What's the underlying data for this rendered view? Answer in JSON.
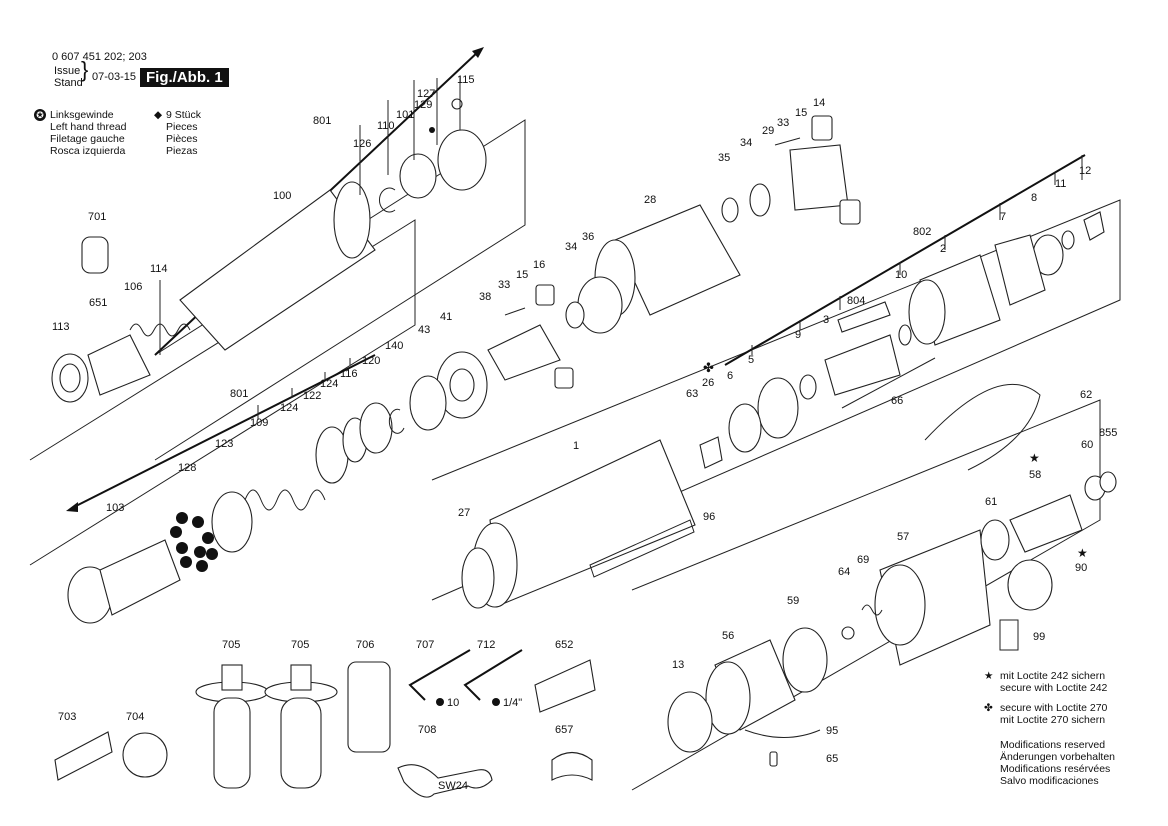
{
  "header": {
    "doc_number": "0 607 451 202; 203",
    "issue_label": "Issue",
    "stand_label": "Stand",
    "date": "07-03-15",
    "fig_label": "Fig./Abb. 1"
  },
  "legend": {
    "left": [
      "Linksgewinde",
      "Left hand thread",
      "Filetage gauche",
      "Rosca izquierda"
    ],
    "right": [
      "9 Stück",
      "Pieces",
      "Pièces",
      "Piezas"
    ]
  },
  "notes": {
    "loctite242": [
      "mit Loctite 242 sichern",
      "secure with Loctite 242"
    ],
    "loctite270": [
      "secure with Loctite 270",
      "mit Loctite 270 sichern"
    ],
    "modifications": [
      "Modifications reserved",
      "Änderungen vorbehalten",
      "Modifications resérvées",
      "Salvo modificaciones"
    ]
  },
  "callouts": {
    "c801a": "801",
    "c127": "127",
    "c115": "115",
    "c129": "129",
    "c101": "101",
    "c110": "110",
    "c126": "126",
    "c100": "100",
    "c701": "701",
    "c114": "114",
    "c106": "106",
    "c651": "651",
    "c113": "113",
    "c14": "14",
    "c15a": "15",
    "c33a": "33",
    "c29": "29",
    "c34a": "34",
    "c35": "35",
    "c28": "28",
    "c36": "36",
    "c34b": "34",
    "c16": "16",
    "c15b": "15",
    "c33b": "33",
    "c38": "38",
    "c41": "41",
    "c43": "43",
    "c801b": "801",
    "c120": "120",
    "c140": "140",
    "c116": "116",
    "c124a": "124",
    "c122": "122",
    "c124b": "124",
    "c109": "109",
    "c123": "123",
    "c128": "128",
    "c103": "103",
    "c802": "802",
    "c12": "12",
    "c11": "11",
    "c8": "8",
    "c7": "7",
    "c2": "2",
    "c10": "10",
    "c804": "804",
    "c3": "3",
    "c9": "9",
    "c5": "5",
    "c6": "6",
    "c26": "26",
    "c63": "63",
    "c66": "66",
    "c62": "62",
    "c1": "1",
    "c27": "27",
    "c96": "96",
    "c855": "855",
    "c60": "60",
    "c58": "58",
    "c61": "61",
    "c57": "57",
    "c90": "90",
    "c69": "69",
    "c64": "64",
    "c59": "59",
    "c56": "56",
    "c13": "13",
    "c99": "99",
    "c95": "95",
    "c65": "65",
    "c705a": "705",
    "c705b": "705",
    "c706": "706",
    "c707": "707",
    "c712": "712",
    "c652": "652",
    "c703": "703",
    "c704": "704",
    "c708": "708",
    "c657": "657",
    "size10": "10",
    "size14": "1/4\"",
    "sw24": "SW24"
  }
}
